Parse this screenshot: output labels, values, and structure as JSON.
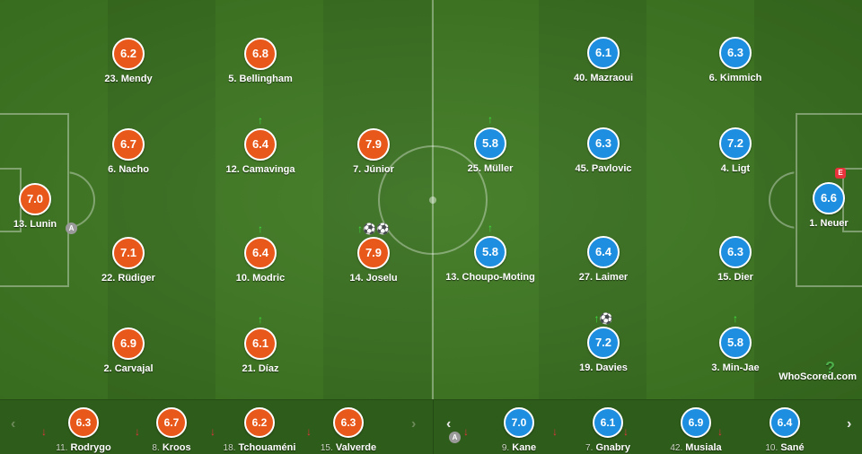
{
  "home": {
    "players": [
      {
        "number": "23.",
        "name": "Mendy",
        "rating": "6.2",
        "icons": ""
      },
      {
        "number": "5.",
        "name": "Bellingham",
        "rating": "6.8",
        "icons": ""
      },
      {
        "number": "6.",
        "name": "Nacho",
        "rating": "6.7",
        "icons": ""
      },
      {
        "number": "12.",
        "name": "Camavinga",
        "rating": "6.4",
        "icons": "↑"
      },
      {
        "number": "7.",
        "name": "Júnior",
        "rating": "7.9",
        "icons": ""
      },
      {
        "number": "13.",
        "name": "Lunin",
        "rating": "7.0",
        "icons": ""
      },
      {
        "number": "22.",
        "name": "Rüdiger",
        "rating": "7.1",
        "icons": ""
      },
      {
        "number": "10.",
        "name": "Modric",
        "rating": "6.4",
        "icons": "↑"
      },
      {
        "number": "14.",
        "name": "Joselu",
        "rating": "7.9",
        "icons": "↑⚽⚽"
      },
      {
        "number": "2.",
        "name": "Carvajal",
        "rating": "6.9",
        "icons": ""
      },
      {
        "number": "21.",
        "name": "Díaz",
        "rating": "6.1",
        "icons": "↑"
      }
    ],
    "captain_badge": "A",
    "subs": [
      {
        "number": "11.",
        "name": "Rodrygo",
        "rating": "6.3"
      },
      {
        "number": "8.",
        "name": "Kroos",
        "rating": "6.7"
      },
      {
        "number": "18.",
        "name": "Tchouaméni",
        "rating": "6.2"
      },
      {
        "number": "15.",
        "name": "Valverde",
        "rating": "6.3"
      }
    ]
  },
  "away": {
    "players": [
      {
        "number": "40.",
        "name": "Mazraoui",
        "rating": "6.1",
        "icons": ""
      },
      {
        "number": "6.",
        "name": "Kimmich",
        "rating": "6.3",
        "icons": ""
      },
      {
        "number": "25.",
        "name": "Müller",
        "rating": "5.8",
        "icons": "↑"
      },
      {
        "number": "45.",
        "name": "Pavlovic",
        "rating": "6.3",
        "icons": ""
      },
      {
        "number": "4.",
        "name": "Ligt",
        "rating": "7.2",
        "icons": ""
      },
      {
        "number": "1.",
        "name": "Neuer",
        "rating": "6.6",
        "icons": ""
      },
      {
        "number": "13.",
        "name": "Choupo-Moting",
        "rating": "5.8",
        "icons": "↑"
      },
      {
        "number": "27.",
        "name": "Laimer",
        "rating": "6.4",
        "icons": ""
      },
      {
        "number": "15.",
        "name": "Dier",
        "rating": "6.3",
        "icons": ""
      },
      {
        "number": "19.",
        "name": "Davies",
        "rating": "7.2",
        "icons": "↑⚽"
      },
      {
        "number": "3.",
        "name": "Min-Jae",
        "rating": "5.8",
        "icons": "↑"
      }
    ],
    "error_badge": "E",
    "subs": [
      {
        "number": "9.",
        "name": "Kane",
        "rating": "7.0"
      },
      {
        "number": "7.",
        "name": "Gnabry",
        "rating": "6.1"
      },
      {
        "number": "42.",
        "name": "Musiala",
        "rating": "6.9"
      },
      {
        "number": "10.",
        "name": "Sané",
        "rating": "6.4"
      }
    ],
    "sub_captain_badge": "A"
  },
  "nav": {
    "prev": "‹",
    "next": "›"
  },
  "sub_off_icon": "↓",
  "logo": {
    "text": "WhoScored",
    "suffix": ".com",
    "mark": "?"
  },
  "colors": {
    "home": "#e8581b",
    "away": "#1e8fe0",
    "pitch": "#3f7a22",
    "sub_up": "#3fe03f",
    "sub_down": "#e8323c"
  },
  "icon_names": {
    "sub_on": "green-up-arrow-icon",
    "sub_off": "red-down-arrow-icon",
    "goal": "football-icon"
  }
}
